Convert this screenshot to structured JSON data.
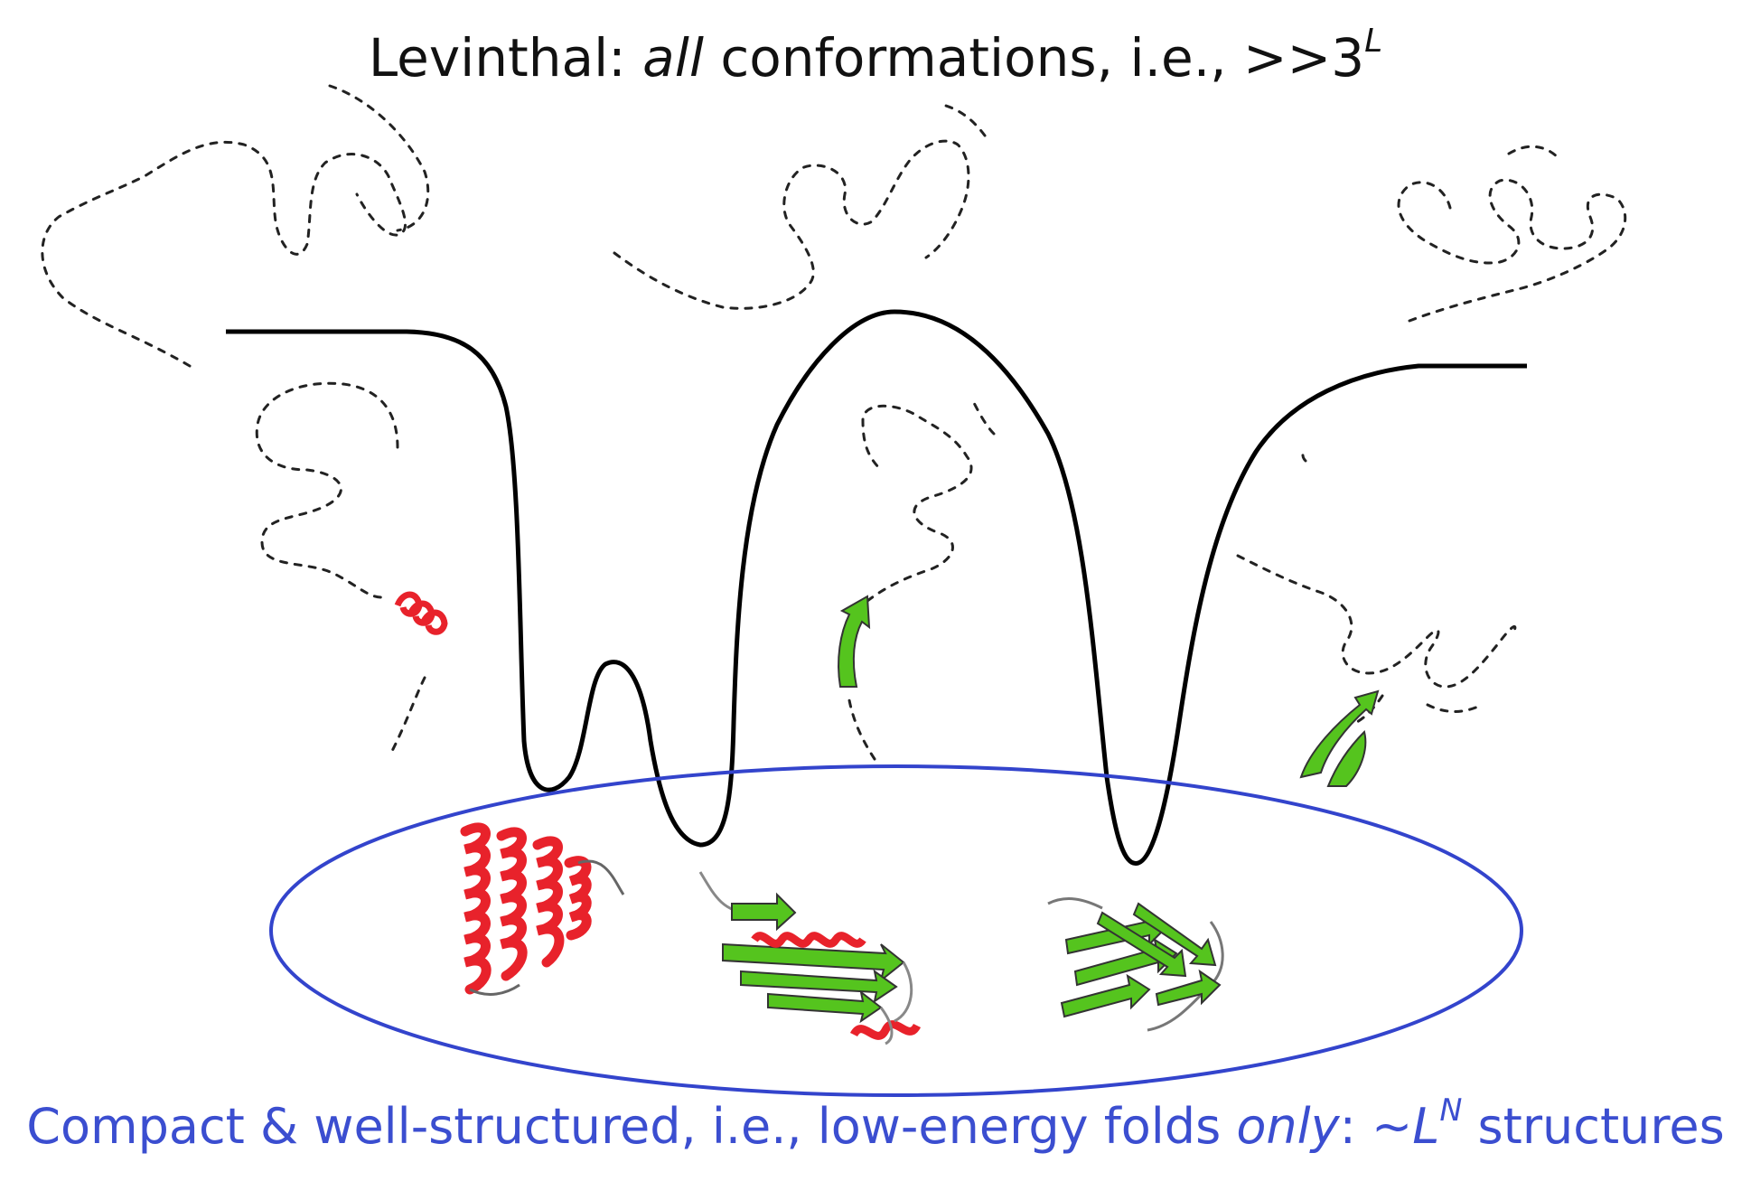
{
  "title": {
    "prefix": "Levinthal: ",
    "emphasis": "all",
    "middle": " conformations, i.e., >>3",
    "superscript": "L"
  },
  "caption": {
    "prefix": "Compact & well-structured, i.e., low-energy folds ",
    "emphasis": "only",
    "middle": ": ~",
    "variable": "L",
    "superscript": "N",
    "suffix": " structures"
  },
  "colors": {
    "helix": "#e8222b",
    "strand": "#55c41e",
    "ellipse": "#3344cc",
    "landscape": "#000000",
    "caption_text": "#3b4ed0"
  },
  "icons": [
    "helix-fragment-icon",
    "strand-fragment-icon",
    "helix-bundle-icon",
    "alpha-beta-fold-icon",
    "beta-sandwich-icon"
  ]
}
